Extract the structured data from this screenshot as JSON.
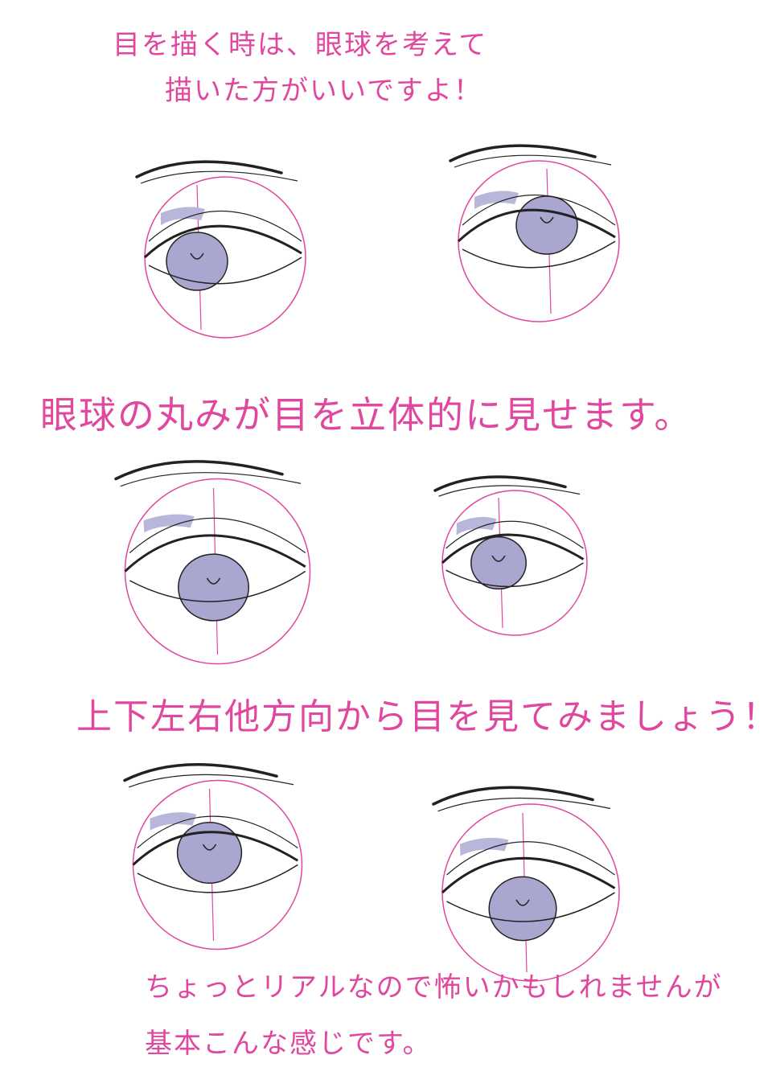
{
  "notes": {
    "intro_line1": "目を描く時は、眼球を考えて",
    "intro_line2": "描いた方がいいですよ！",
    "roundness": "眼球の丸みが目を立体的に見せます。",
    "directions": "上下左右他方向から目を見てみましょう！",
    "closing_line1": "ちょっとリアルなので怖いかもしれませんが",
    "closing_line2": "基本こんな感じです。"
  },
  "colors": {
    "annotation": "#e0479e",
    "iris": "#a9a6cf",
    "shadow": "#b9b6dc",
    "line": "#222222"
  }
}
